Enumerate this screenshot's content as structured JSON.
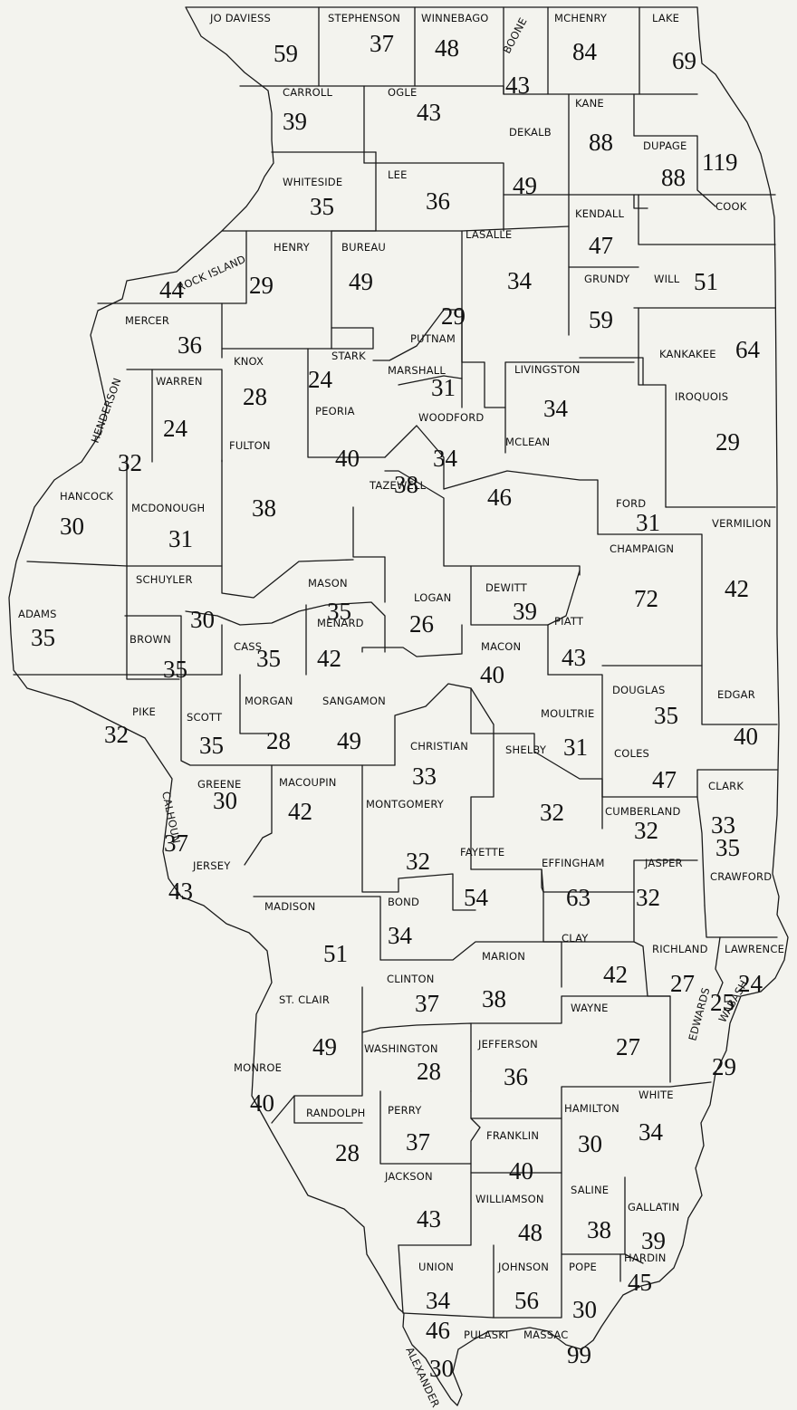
{
  "colors": {
    "background": "#f3f3ee",
    "ink": "#111111"
  },
  "counties": [
    {
      "id": "jodaviess",
      "name": "JO DAVIESS",
      "value": 59
    },
    {
      "id": "stephenson",
      "name": "STEPHENSON",
      "value": 37
    },
    {
      "id": "winnebago",
      "name": "WINNEBAGO",
      "value": 48
    },
    {
      "id": "boone",
      "name": "BOONE",
      "value": 43
    },
    {
      "id": "mchenry",
      "name": "MCHENRY",
      "value": 84
    },
    {
      "id": "lake",
      "name": "LAKE",
      "value": 69
    },
    {
      "id": "carroll",
      "name": "CARROLL",
      "value": 39
    },
    {
      "id": "ogle",
      "name": "OGLE",
      "value": 43
    },
    {
      "id": "dekalb",
      "name": "DEKALB",
      "value": 49
    },
    {
      "id": "kane",
      "name": "KANE",
      "value": 88
    },
    {
      "id": "dupage",
      "name": "DUPAGE",
      "value": 88
    },
    {
      "id": "cook",
      "name": "COOK",
      "value": 119
    },
    {
      "id": "whiteside",
      "name": "WHITESIDE",
      "value": 35
    },
    {
      "id": "lee",
      "name": "LEE",
      "value": 36
    },
    {
      "id": "kendall",
      "name": "KENDALL",
      "value": 47
    },
    {
      "id": "rockisland",
      "name": "ROCK ISLAND",
      "value": 44
    },
    {
      "id": "henry",
      "name": "HENRY",
      "value": 29
    },
    {
      "id": "bureau",
      "name": "BUREAU",
      "value": 49
    },
    {
      "id": "lasalle",
      "name": "LASALLE",
      "value": 34
    },
    {
      "id": "grundy",
      "name": "GRUNDY",
      "value": 59
    },
    {
      "id": "will",
      "name": "WILL",
      "value": 51
    },
    {
      "id": "mercer",
      "name": "MERCER",
      "value": 36
    },
    {
      "id": "putnam",
      "name": "PUTNAM",
      "value": 29
    },
    {
      "id": "stark",
      "name": "STARK",
      "value": 24
    },
    {
      "id": "knox",
      "name": "KNOX",
      "value": 28
    },
    {
      "id": "marshall",
      "name": "MARSHALL",
      "value": 31
    },
    {
      "id": "livingston",
      "name": "LIVINGSTON",
      "value": 34
    },
    {
      "id": "kankakee",
      "name": "KANKAKEE",
      "value": 64
    },
    {
      "id": "warren",
      "name": "WARREN",
      "value": 24
    },
    {
      "id": "henderson",
      "name": "HENDERSON",
      "value": 32
    },
    {
      "id": "peoria",
      "name": "PEORIA",
      "value": 40
    },
    {
      "id": "woodford",
      "name": "WOODFORD",
      "value": 34
    },
    {
      "id": "iroquois",
      "name": "IROQUOIS",
      "value": 29
    },
    {
      "id": "fulton",
      "name": "FULTON",
      "value": 38
    },
    {
      "id": "tazewell",
      "name": "TAZEWELL",
      "value": 38
    },
    {
      "id": "mclean",
      "name": "MCLEAN",
      "value": 46
    },
    {
      "id": "hancock",
      "name": "HANCOCK",
      "value": 30
    },
    {
      "id": "mcdonough",
      "name": "MCDONOUGH",
      "value": 31
    },
    {
      "id": "ford",
      "name": "FORD",
      "value": 31
    },
    {
      "id": "vermilion",
      "name": "VERMILION",
      "value": 42
    },
    {
      "id": "champaign",
      "name": "CHAMPAIGN",
      "value": 72
    },
    {
      "id": "schuyler",
      "name": "SCHUYLER",
      "value": 30
    },
    {
      "id": "mason",
      "name": "MASON",
      "value": 35
    },
    {
      "id": "logan",
      "name": "LOGAN",
      "value": 26
    },
    {
      "id": "dewitt",
      "name": "DEWITT",
      "value": 39
    },
    {
      "id": "piatt",
      "name": "PIATT",
      "value": 43
    },
    {
      "id": "adams",
      "name": "ADAMS",
      "value": 35
    },
    {
      "id": "brown",
      "name": "BROWN",
      "value": 35
    },
    {
      "id": "cass",
      "name": "CASS",
      "value": 35
    },
    {
      "id": "menard",
      "name": "MENARD",
      "value": 42
    },
    {
      "id": "macon",
      "name": "MACON",
      "value": 40
    },
    {
      "id": "douglas",
      "name": "DOUGLAS",
      "value": 35
    },
    {
      "id": "edgar",
      "name": "EDGAR",
      "value": 40
    },
    {
      "id": "pike",
      "name": "PIKE",
      "value": 32
    },
    {
      "id": "scott",
      "name": "SCOTT",
      "value": 35
    },
    {
      "id": "morgan",
      "name": "MORGAN",
      "value": 28
    },
    {
      "id": "sangamon",
      "name": "SANGAMON",
      "value": 49
    },
    {
      "id": "moultrie",
      "name": "MOULTRIE",
      "value": 31
    },
    {
      "id": "christian",
      "name": "CHRISTIAN",
      "value": 33
    },
    {
      "id": "shelby",
      "name": "SHELBY",
      "value": 32
    },
    {
      "id": "coles",
      "name": "COLES",
      "value": 47
    },
    {
      "id": "clark",
      "name": "CLARK",
      "value": 33
    },
    {
      "id": "greene",
      "name": "GREENE",
      "value": 30
    },
    {
      "id": "macoupin",
      "name": "MACOUPIN",
      "value": 42
    },
    {
      "id": "calhoun",
      "name": "CALHOUN",
      "value": 37
    },
    {
      "id": "montgomery",
      "name": "MONTGOMERY",
      "value": 32
    },
    {
      "id": "cumberland",
      "name": "CUMBERLAND",
      "value": 32
    },
    {
      "id": "jersey",
      "name": "JERSEY",
      "value": 43
    },
    {
      "id": "fayette",
      "name": "FAYETTE",
      "value": 54
    },
    {
      "id": "effingham",
      "name": "EFFINGHAM",
      "value": 63
    },
    {
      "id": "jasper",
      "name": "JASPER",
      "value": 32
    },
    {
      "id": "crawford",
      "name": "CRAWFORD",
      "value": 35
    },
    {
      "id": "madison",
      "name": "MADISON",
      "value": 51
    },
    {
      "id": "bond",
      "name": "BOND",
      "value": 34
    },
    {
      "id": "clay",
      "name": "CLAY",
      "value": 42
    },
    {
      "id": "richland",
      "name": "RICHLAND",
      "value": 27
    },
    {
      "id": "lawrence",
      "name": "LAWRENCE",
      "value": 24
    },
    {
      "id": "marion",
      "name": "MARION",
      "value": 38
    },
    {
      "id": "clinton",
      "name": "CLINTON",
      "value": 37
    },
    {
      "id": "stclair",
      "name": "ST. CLAIR",
      "value": 49
    },
    {
      "id": "wayne",
      "name": "WAYNE",
      "value": 27
    },
    {
      "id": "edwards",
      "name": "EDWARDS",
      "value": 29
    },
    {
      "id": "wabash",
      "name": "WABASH",
      "value": 25
    },
    {
      "id": "washington",
      "name": "WASHINGTON",
      "value": 28
    },
    {
      "id": "jefferson",
      "name": "JEFFERSON",
      "value": 36
    },
    {
      "id": "monroe",
      "name": "MONROE",
      "value": 40
    },
    {
      "id": "randolph",
      "name": "RANDOLPH",
      "value": 28
    },
    {
      "id": "perry",
      "name": "PERRY",
      "value": 37
    },
    {
      "id": "hamilton",
      "name": "HAMILTON",
      "value": 30
    },
    {
      "id": "white",
      "name": "WHITE",
      "value": 34
    },
    {
      "id": "franklin",
      "name": "FRANKLIN",
      "value": 40
    },
    {
      "id": "jackson",
      "name": "JACKSON",
      "value": 43
    },
    {
      "id": "williamson",
      "name": "WILLIAMSON",
      "value": 48
    },
    {
      "id": "saline",
      "name": "SALINE",
      "value": 38
    },
    {
      "id": "gallatin",
      "name": "GALLATIN",
      "value": 39
    },
    {
      "id": "hardin",
      "name": "HARDIN",
      "value": 45
    },
    {
      "id": "union",
      "name": "UNION",
      "value": 34
    },
    {
      "id": "johnson",
      "name": "JOHNSON",
      "value": 56
    },
    {
      "id": "pope",
      "name": "POPE",
      "value": 30
    },
    {
      "id": "alexander",
      "name": "ALEXANDER",
      "value": 46
    },
    {
      "id": "pulaski",
      "name": "PULASKI",
      "value": 30
    },
    {
      "id": "massac",
      "name": "MASSAC",
      "value": 99
    }
  ]
}
